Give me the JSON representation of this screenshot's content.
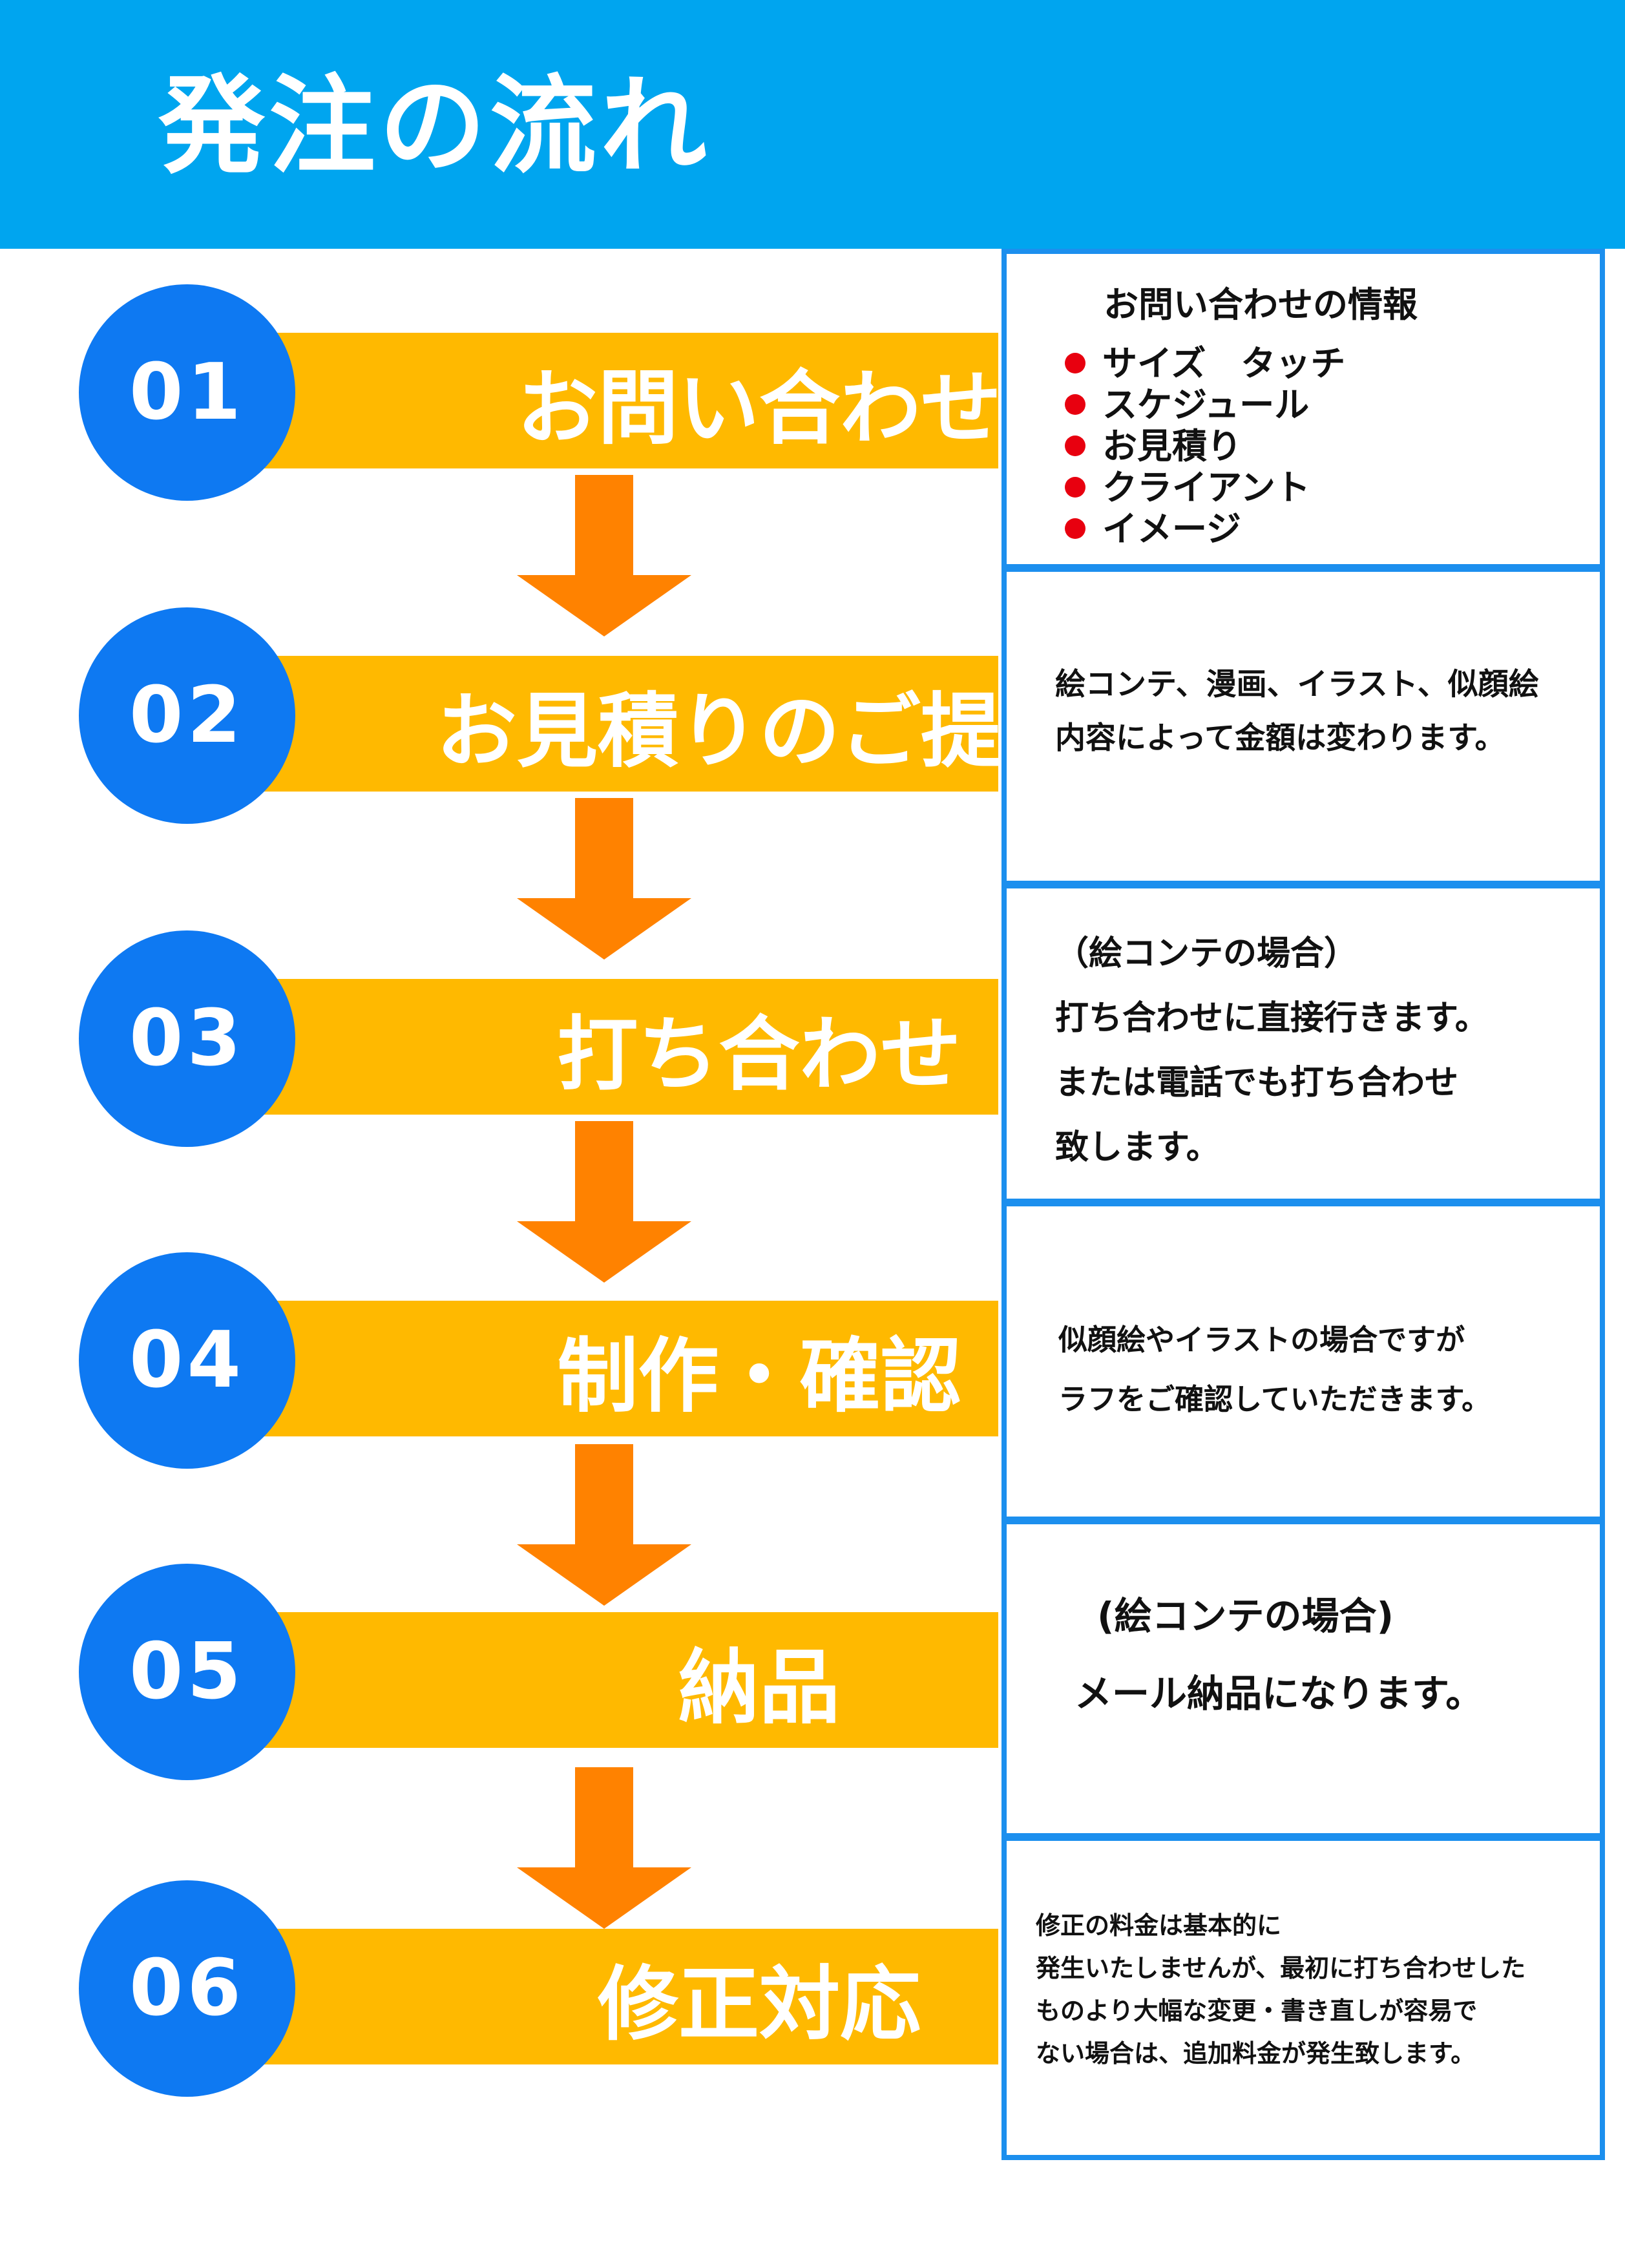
{
  "header": {
    "title": "発注の流れ"
  },
  "steps": [
    {
      "number": "01",
      "label": "お問い合わせ"
    },
    {
      "number": "02",
      "label": "お見積りのご提出"
    },
    {
      "number": "03",
      "label": "打ち合わせ"
    },
    {
      "number": "04",
      "label": "制作・確認"
    },
    {
      "number": "05",
      "label": "納品"
    },
    {
      "number": "06",
      "label": "修正対応"
    }
  ],
  "boxes": {
    "b1": {
      "heading": "お問い合わせの情報",
      "items": [
        "サイズ　タッチ",
        "スケジュール",
        "お見積り",
        "クライアント",
        "イメージ"
      ]
    },
    "b2": {
      "lines": [
        "絵コンテ、漫画、イラスト、似顔絵",
        "内容によって金額は変わります。"
      ]
    },
    "b3": {
      "lines": [
        "（絵コンテの場合）",
        "打ち合わせに直接行きます。",
        "または電話でも打ち合わせ",
        "致します。"
      ]
    },
    "b4": {
      "lines": [
        "似顔絵やイラストの場合ですが",
        "ラフをご確認していただきます。"
      ]
    },
    "b5": {
      "lines": [
        "(絵コンテの場合)",
        "メール納品になります。"
      ]
    },
    "b6": {
      "lines": [
        "修正の料金は基本的に",
        "発生いたしませんが、最初に打ち合わせした",
        "ものより大幅な変更・書き直しが容易で",
        "ない場合は、追加料金が発生致します。"
      ]
    }
  },
  "colors": {
    "header": "#00a5ef",
    "circle": "#0e79f2",
    "bar": "#ffb900",
    "arrow": "#ff8200",
    "box_border": "#1c8fee",
    "bullet": "#e8000f"
  }
}
